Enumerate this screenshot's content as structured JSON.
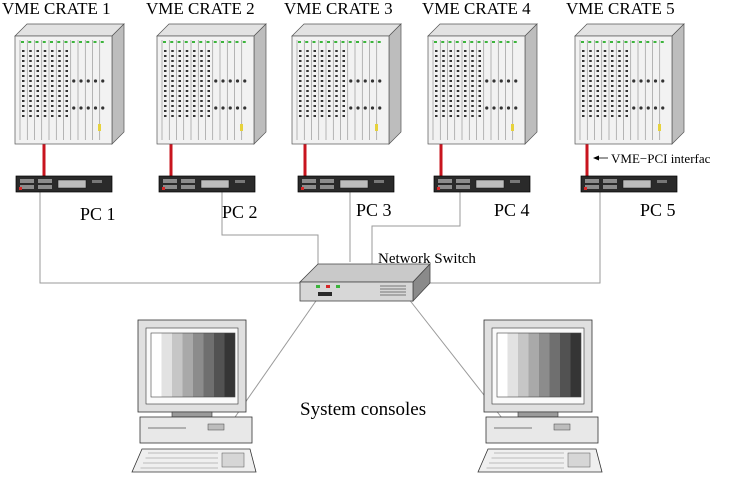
{
  "crates": [
    {
      "label": "VME CRATE 1"
    },
    {
      "label": "VME CRATE 2"
    },
    {
      "label": "VME CRATE 3"
    },
    {
      "label": "VME CRATE 4"
    },
    {
      "label": "VME CRATE 5"
    }
  ],
  "pcs": [
    {
      "label": "PC 1"
    },
    {
      "label": "PC 2"
    },
    {
      "label": "PC 3"
    },
    {
      "label": "PC 4"
    },
    {
      "label": "PC 5"
    }
  ],
  "switch": {
    "label": "Network Switch"
  },
  "interface": {
    "label": "VME−PCI interfac"
  },
  "consoles": {
    "label": "System consoles"
  },
  "colors": {
    "cable_red": "#c8141e",
    "line_gray": "#9a9a9a",
    "device_dark": "#2a2a2a",
    "crate_face": "#f2f2f2",
    "crate_side": "#bdbdbd",
    "led_green": "#3cb43c",
    "led_red": "#d62828",
    "led_yellow": "#e6d23c"
  }
}
